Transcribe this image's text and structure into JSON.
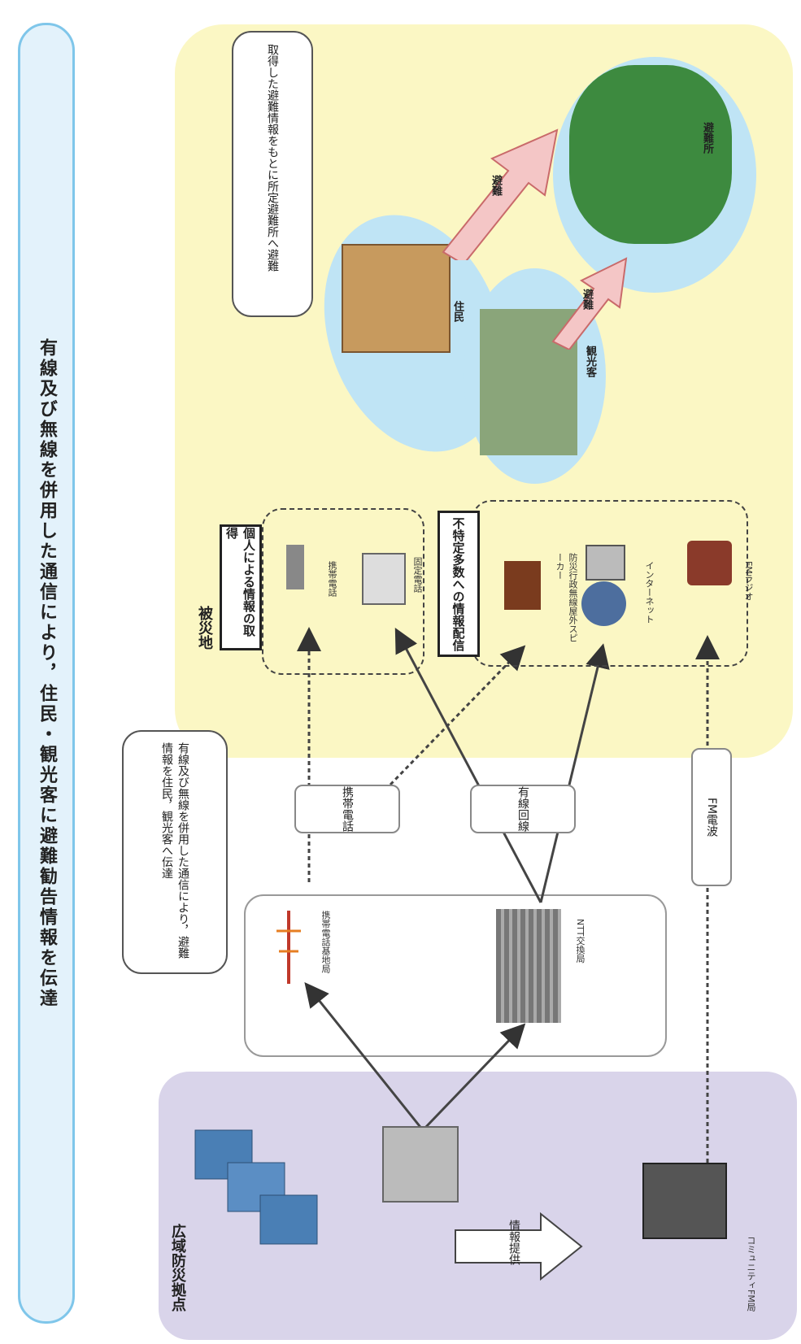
{
  "title": "有線及び無線を併用した通信により，住民・観光客に避難勧告情報を伝達",
  "regions": {
    "wide_area_base": "広域防災拠点",
    "disaster_area": "被災地"
  },
  "nodes": {
    "mobile_base_station": "携帯電話基地局",
    "ntt_exchange": "NTT交換局",
    "community_fm": "コミュニティFM局",
    "mobile_phone": "携帯電話",
    "fixed_phone": "固定電話",
    "disaster_speaker": "防災行政無線屋外スピーカー",
    "internet": "インターネット",
    "fm_radio": "FMラジオ"
  },
  "links": {
    "mobile": "携帯電話",
    "fixed_line": "有線回線",
    "fm_broadcast": "FM電波",
    "info_provision": "情報提供"
  },
  "groups": {
    "individual": "個人による情報の取得",
    "public": "不特定多数への情報配信"
  },
  "bubbles": {
    "relay": "有線及び無線を併用した通信により，避難情報を住民，観光客へ伝達",
    "guidance": "取得した避難情報をもとに所定避難所へ避難"
  },
  "people": {
    "residents": "住民",
    "tourists": "観光客",
    "shelter": "避難所"
  },
  "arrow_labels": {
    "evacuate_1": "避難",
    "evacuate_2": "避難"
  }
}
